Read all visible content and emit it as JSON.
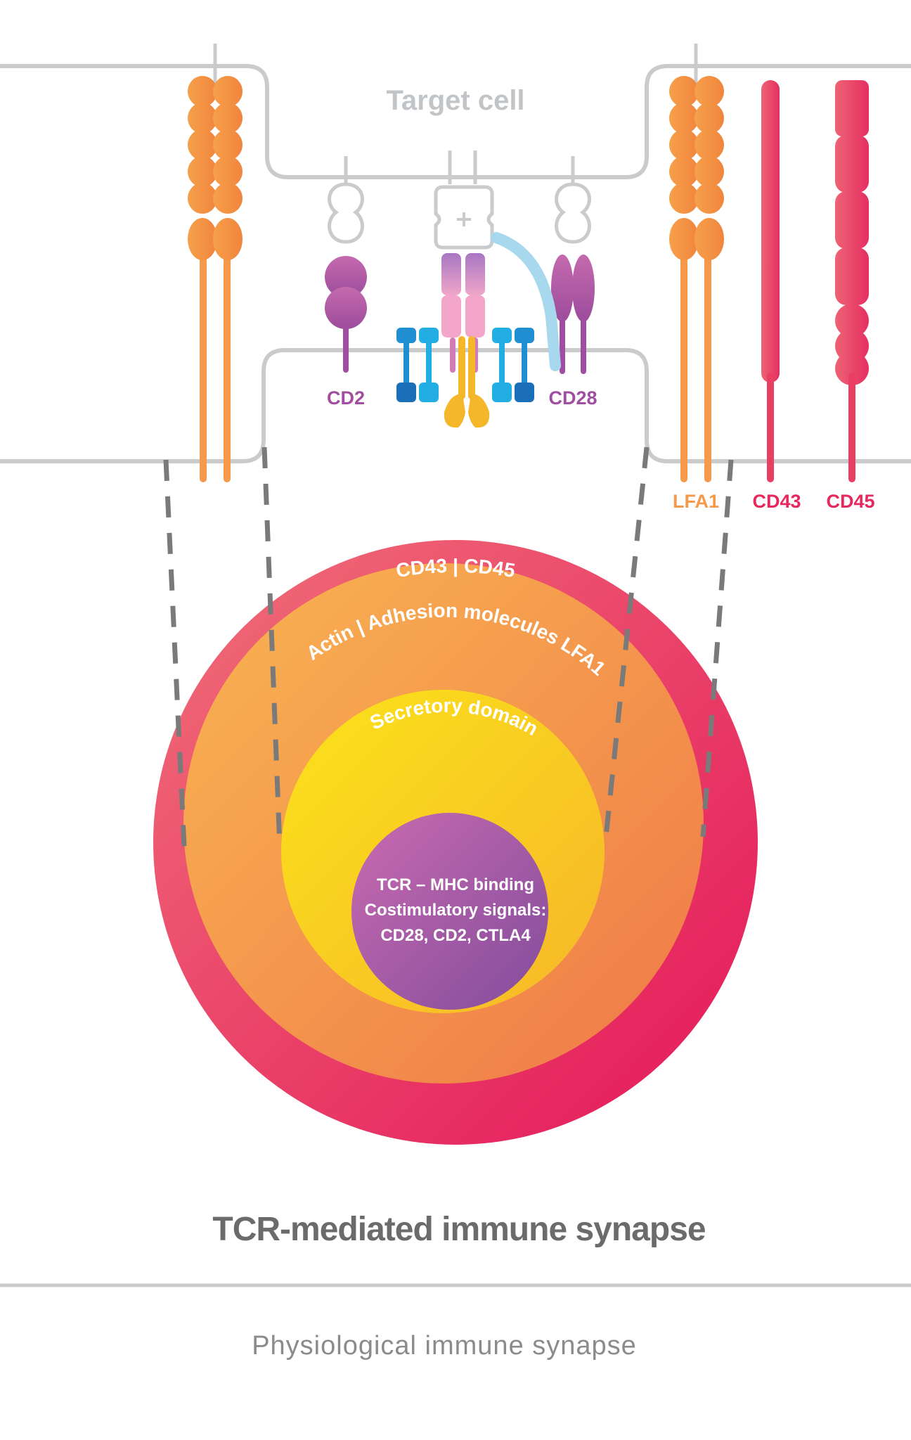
{
  "colors": {
    "membrane": "#c9cbcd",
    "lfa1": "#f49a4a",
    "cd43_cd45": "#e93f63",
    "cd2_cd28": "#a04ea0",
    "tcr": "#d27bb5",
    "cd3": "#1f8fd2",
    "zap70": "#f5b72a",
    "mhc_light": "#a7d8ee",
    "dashed": "#7a7a7a",
    "title": "#6b6b6b",
    "target_label": "#c2c5c8"
  },
  "top_diagram": {
    "target_cell_label": "Target cell",
    "labels": {
      "cd2": "CD2",
      "cd28": "CD28",
      "lfa1": "LFA1",
      "cd43": "CD43",
      "cd45": "CD45"
    }
  },
  "rings": {
    "outer": "CD43 | CD45",
    "second": "Actin | Adhesion molecules LFA1",
    "third": "Secretory domain",
    "center": [
      "TCR – MHC binding",
      "Costimulatory signals:",
      "CD28, CD2, CTLA4"
    ]
  },
  "title": "TCR-mediated immune synapse",
  "subtitle": "Physiological immune synapse"
}
